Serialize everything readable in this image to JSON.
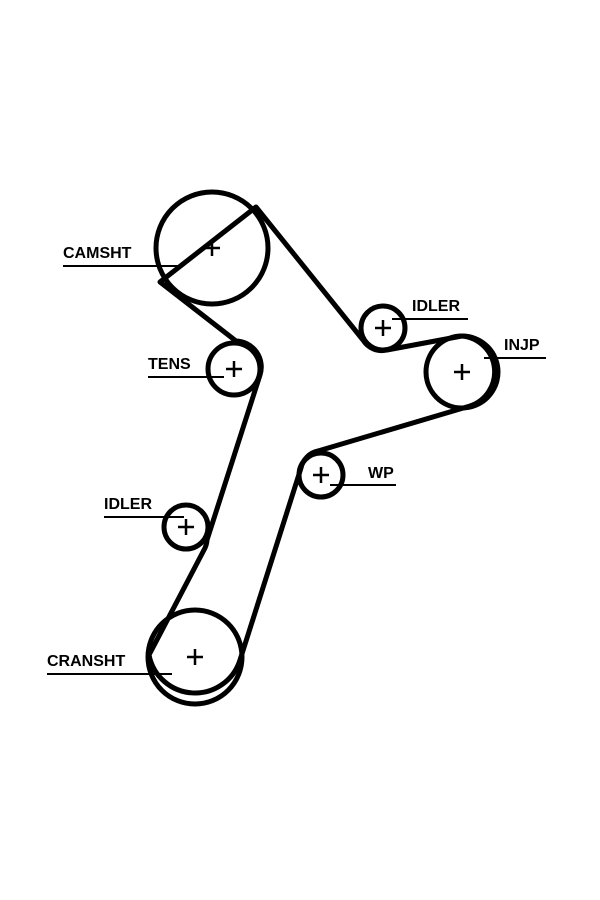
{
  "diagram": {
    "labels": {
      "camshaft": "CAMSHT",
      "idler_top": "IDLER",
      "injection_pump": "INJP",
      "tensioner": "TENS",
      "water_pump": "WP",
      "idler_bottom": "IDLER",
      "crankshaft": "CRANSHT"
    },
    "colors": {
      "stroke": "#000000",
      "background": "#ffffff"
    }
  }
}
